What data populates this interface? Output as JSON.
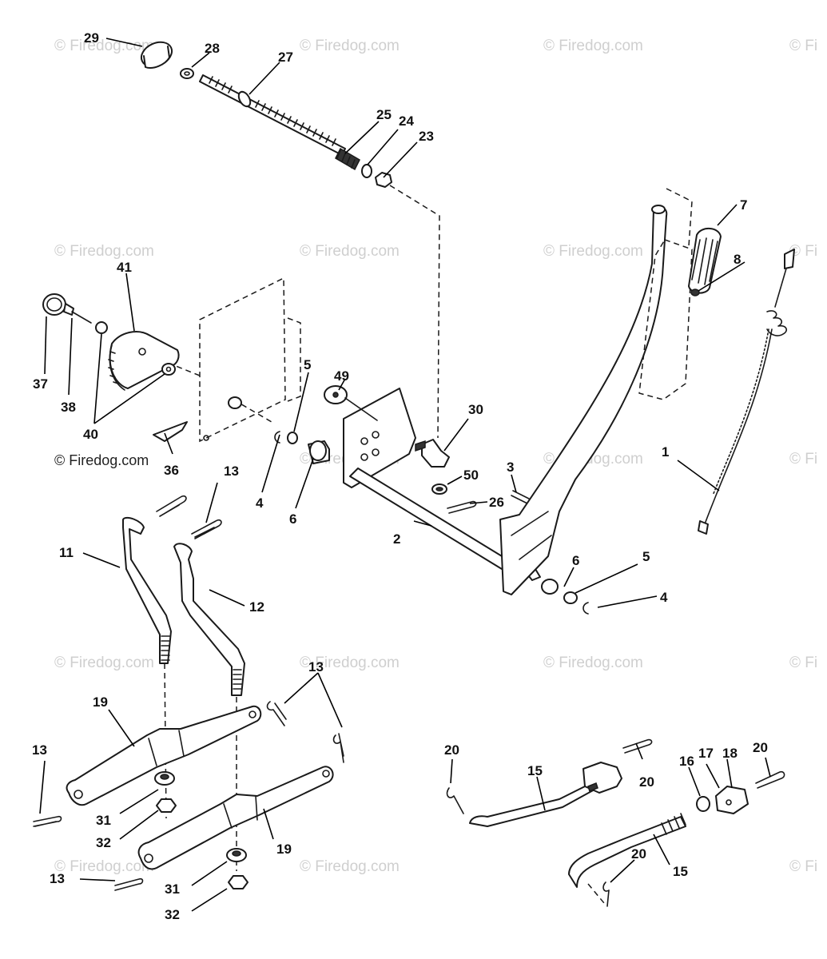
{
  "copyright": "© Firedog.com",
  "watermark": "© Firedog.com",
  "watermark_fragment": "© Fi",
  "callouts": {
    "c1": "1",
    "c2": "2",
    "c3": "3",
    "c4a": "4",
    "c4b": "4",
    "c5a": "5",
    "c5b": "5",
    "c6a": "6",
    "c6b": "6",
    "c7": "7",
    "c8": "8",
    "c11": "11",
    "c12": "12",
    "c13a": "13",
    "c13b": "13",
    "c13c": "13",
    "c13d": "13",
    "c15a": "15",
    "c15b": "15",
    "c16": "16",
    "c17": "17",
    "c18": "18",
    "c19a": "19",
    "c19b": "19",
    "c20a": "20",
    "c20b": "20",
    "c20c": "20",
    "c20d": "20",
    "c23": "23",
    "c24": "24",
    "c25": "25",
    "c26": "26",
    "c27": "27",
    "c28": "28",
    "c29": "29",
    "c30": "30",
    "c31a": "31",
    "c31b": "31",
    "c32a": "32",
    "c32b": "32",
    "c36": "36",
    "c37": "37",
    "c38": "38",
    "c40": "40",
    "c41": "41",
    "c49": "49",
    "c50": "50"
  }
}
